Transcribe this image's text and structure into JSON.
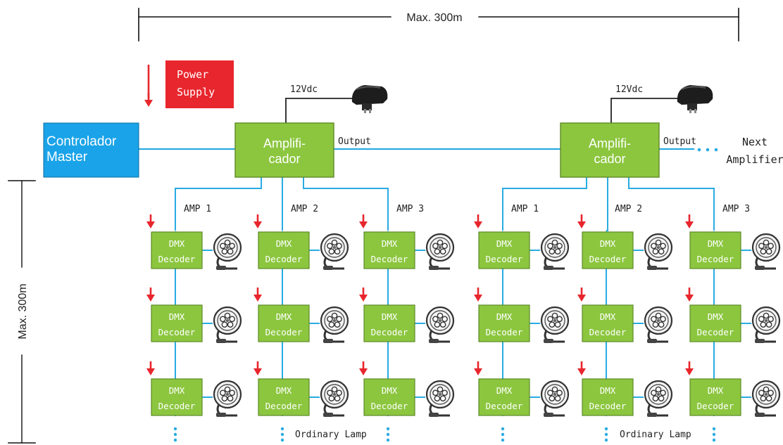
{
  "max_width_label": "Max. 300m",
  "max_height_label": "Max. 300m",
  "power_supply": {
    "line1": "Power",
    "line2": "Supply"
  },
  "master": {
    "line1": "Controlador",
    "line2": "Master"
  },
  "amplifiers": [
    {
      "line1": "Amplifi-",
      "line2": "cador",
      "voltage": "12Vdc",
      "output": "Output",
      "branches": [
        "AMP 1",
        "AMP 2",
        "AMP 3"
      ],
      "footer": "Ordinary Lamp"
    },
    {
      "line1": "Amplifi-",
      "line2": "cador",
      "voltage": "12Vdc",
      "output": "Output",
      "branches": [
        "AMP 1",
        "AMP 2",
        "AMP 3"
      ],
      "footer": "Ordinary Lamp"
    }
  ],
  "next_amplifier": {
    "line1": "Next",
    "line2": "Amplifier"
  },
  "decoder": {
    "line1": "DMX",
    "line2": "Decoder"
  },
  "colors": {
    "green": "#8cc63f",
    "green_dark": "#5e8a28",
    "cyan": "#29abe2",
    "blue_box": "#1aa3e8",
    "red": "#e8262d",
    "arrow": "#e8262d",
    "dark": "#222222"
  },
  "icons": [
    "power-adapter-icon",
    "lamp-icon",
    "red-arrow-icon"
  ]
}
